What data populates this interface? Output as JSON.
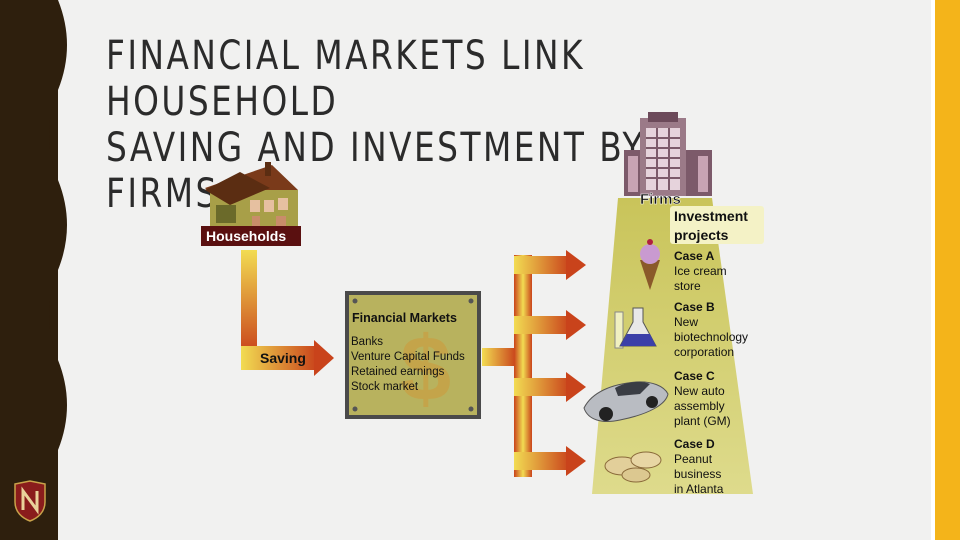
{
  "slide": {
    "title_line1": "FINANCIAL MARKETS LINK HOUSEHOLD",
    "title_line2": "SAVING AND INVESTMENT BY FIRMS"
  },
  "diagram": {
    "households_label": "Households",
    "saving_label": "Saving",
    "financial_markets": {
      "heading": "Financial Markets",
      "items": [
        "Banks",
        "Venture Capital Funds",
        "Retained earnings",
        "Stock market"
      ]
    },
    "firms_label": "Firms",
    "investment_heading_line1": "Investment",
    "investment_heading_line2": "projects",
    "cases": [
      {
        "title": "Case A",
        "lines": [
          "Ice cream",
          "store"
        ]
      },
      {
        "title": "Case B",
        "lines": [
          "New",
          "biotechnology",
          "corporation"
        ]
      },
      {
        "title": "Case C",
        "lines": [
          "New auto",
          "assembly",
          "plant (GM)"
        ]
      },
      {
        "title": "Case D",
        "lines": [
          "Peanut",
          "business",
          "in Atlanta"
        ]
      }
    ]
  },
  "colors": {
    "left_band": "#2e1f0d",
    "right_band": "#f4b41a",
    "beam": "#d8d67a",
    "arrow_gradient": [
      "#f2dc52",
      "#c9431b"
    ]
  }
}
